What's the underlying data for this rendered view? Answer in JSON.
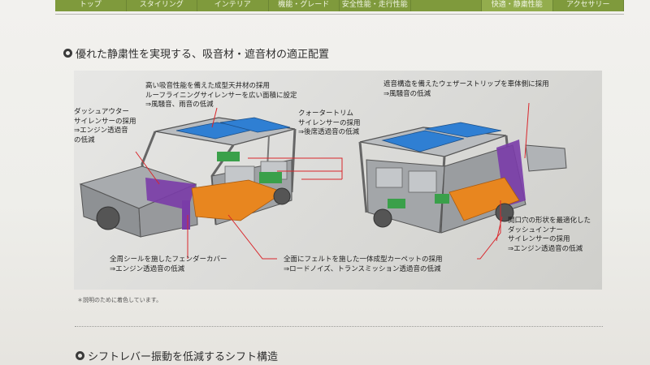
{
  "nav": {
    "tabs": [
      "トップ",
      "スタイリング",
      "インテリア",
      "機能・グレード",
      "安全性能・走行性能",
      "",
      "快適・静粛性能",
      "アクセサリー"
    ]
  },
  "section": {
    "title": "優れた静粛性を実現する、吸音材・遮音材の適正配置"
  },
  "callouts": {
    "ceiling": [
      "高い吸音性能を備えた成型天井材の採用",
      "ルーフライニングサイレンサーを広い面積に設定",
      "⇒風騒音、雨音の低減"
    ],
    "dash_outer": [
      "ダッシュアウター",
      "サイレンサーの採用",
      "⇒エンジン透過音",
      "の低減"
    ],
    "quarter": [
      "クォータートリム",
      "サイレンサーの採用",
      "⇒後席透過音の低減"
    ],
    "weatherstrip": [
      "遮音構造を備えたウェザーストリップを車体側に採用",
      "⇒風騒音の低減"
    ],
    "dash_inner": [
      "開口穴の形状を最適化した",
      "ダッシュインナー",
      "サイレンサーの採用",
      "⇒エンジン透過音の低減"
    ],
    "fender": [
      "全周シールを施したフェンダーカバー",
      "⇒エンジン透過音の低減"
    ],
    "carpet": [
      "全面にフェルトを施した一体成型カーペットの採用",
      "⇒ロードノイズ、トランスミッション透過音の低減"
    ]
  },
  "note": "＊説明のために着色しています。",
  "section2": {
    "title": "シフトレバー振動を低減するシフト構造"
  },
  "colors": {
    "nav_green": "#7f9a3c",
    "leader_red": "#d9262b",
    "roof_blue": "#2f7fd3",
    "carpet_orange": "#e8861f",
    "silencer_purple": "#7a3ca8",
    "trim_green": "#3aa04a"
  }
}
